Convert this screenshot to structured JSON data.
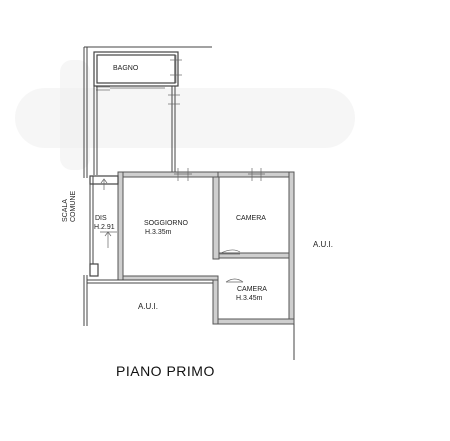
{
  "title": "PIANO PRIMO",
  "rooms": {
    "bagno": {
      "name": "BAGNO"
    },
    "scala": {
      "line1": "SCALA",
      "line2": "COMUNE"
    },
    "dis": {
      "name": "DIS",
      "height": "H.2.91"
    },
    "soggiorno": {
      "name": "SOGGIORNO",
      "height": "H.3.35m"
    },
    "camera1": {
      "name": "CAMERA"
    },
    "camera2": {
      "name": "CAMERA",
      "height": "H.3.45m"
    }
  },
  "neighbours": {
    "right": "A.U.I.",
    "bottom": "A.U.I."
  }
}
